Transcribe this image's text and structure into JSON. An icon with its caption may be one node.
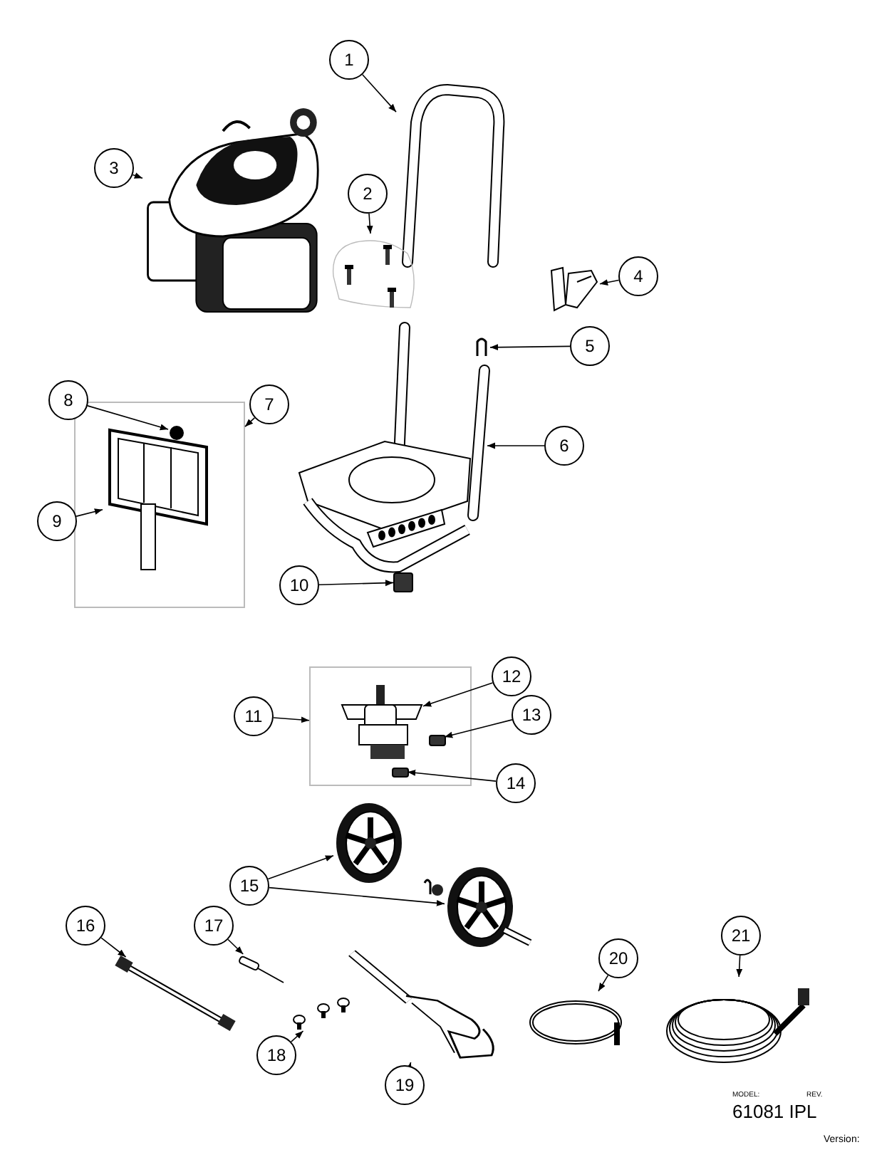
{
  "diagram": {
    "nodes": [
      {
        "text": [
          "1"
        ]
      },
      {
        "text": [
          "2"
        ]
      },
      {
        "text": [
          "3"
        ]
      },
      {
        "text": [
          "4"
        ]
      },
      {
        "text": [
          "5"
        ]
      },
      {
        "text": [
          "6"
        ]
      },
      {
        "text": [
          "7"
        ]
      },
      {
        "text": [
          "8"
        ]
      },
      {
        "text": [
          "9"
        ]
      },
      {
        "text": [
          "10"
        ]
      },
      {
        "text": [
          "11"
        ]
      },
      {
        "text": [
          "12"
        ]
      },
      {
        "text": [
          "13"
        ]
      },
      {
        "text": [
          "14"
        ]
      },
      {
        "text": [
          "15"
        ]
      },
      {
        "text": [
          "16"
        ]
      },
      {
        "text": [
          "17"
        ]
      },
      {
        "text": [
          "18"
        ]
      },
      {
        "text": [
          "19"
        ]
      },
      {
        "text": [
          "20"
        ]
      },
      {
        "text": [
          "21"
        ]
      },
      {
        "text": [],
        "shape": "picture"
      },
      {
        "text": [],
        "shape": "picture"
      },
      {
        "text": [],
        "shape": "picture"
      },
      {
        "text": [],
        "shape": "picture"
      },
      {
        "text": [],
        "shape": "picture"
      },
      {
        "text": [],
        "shape": "picture"
      },
      {
        "text": [],
        "shape": "box"
      },
      {
        "text": [],
        "shape": "circle",
        "in": 27
      },
      {
        "text": [],
        "shape": "picture",
        "in": 27
      },
      {
        "text": [],
        "shape": "box"
      },
      {
        "text": [],
        "shape": "box"
      },
      {
        "text": [],
        "shape": "picture",
        "in": 31
      },
      {
        "text": [],
        "shape": "box",
        "in": 31
      },
      {
        "text": [],
        "shape": "box",
        "in": 31
      },
      {
        "text": [],
        "shape": "picture"
      },
      {
        "text": [],
        "shape": "picture"
      },
      {
        "text": [],
        "shape": "picture"
      },
      {
        "text": [],
        "shape": "picture"
      },
      {
        "text": [],
        "shape": "picture"
      },
      {
        "text": [],
        "shape": "picture"
      },
      {
        "text": [],
        "shape": "picture"
      },
      {
        "text": [],
        "shape": "picture"
      }
    ],
    "edges": [
      {
        "from": 0,
        "to": 21,
        "arrow": "to"
      },
      {
        "from": 1,
        "to": 22,
        "arrow": "to"
      },
      {
        "from": 2,
        "to": 23,
        "arrow": "to"
      },
      {
        "from": 3,
        "to": 24,
        "arrow": "to"
      },
      {
        "from": 4,
        "to": 25,
        "arrow": "to"
      },
      {
        "from": 5,
        "to": 26,
        "arrow": "to"
      },
      {
        "from": 6,
        "to": 27,
        "arrow": "to"
      },
      {
        "from": 7,
        "to": 28,
        "arrow": "to"
      },
      {
        "from": 8,
        "to": 29,
        "arrow": "to"
      },
      {
        "from": 9,
        "to": 30,
        "arrow": "to"
      },
      {
        "from": 10,
        "to": 31,
        "arrow": "to"
      },
      {
        "from": 11,
        "to": 32,
        "arrow": "to"
      },
      {
        "from": 12,
        "to": 33,
        "arrow": "to"
      },
      {
        "from": 13,
        "to": 34,
        "arrow": "to"
      },
      {
        "from": 14,
        "to": 35,
        "arrow": "to"
      },
      {
        "from": 14,
        "to": 36,
        "arrow": "to"
      },
      {
        "from": 15,
        "to": 37,
        "arrow": "to"
      },
      {
        "from": 16,
        "to": 38,
        "arrow": "to"
      },
      {
        "from": 17,
        "to": 39,
        "arrow": "to"
      },
      {
        "from": 18,
        "to": 40,
        "arrow": "to"
      },
      {
        "from": 19,
        "to": 41,
        "arrow": "to"
      },
      {
        "from": 20,
        "to": 42,
        "arrow": "to"
      }
    ],
    "labels": [
      "MODEL:",
      "REV.",
      "61081 IPL",
      "Version:"
    ]
  }
}
